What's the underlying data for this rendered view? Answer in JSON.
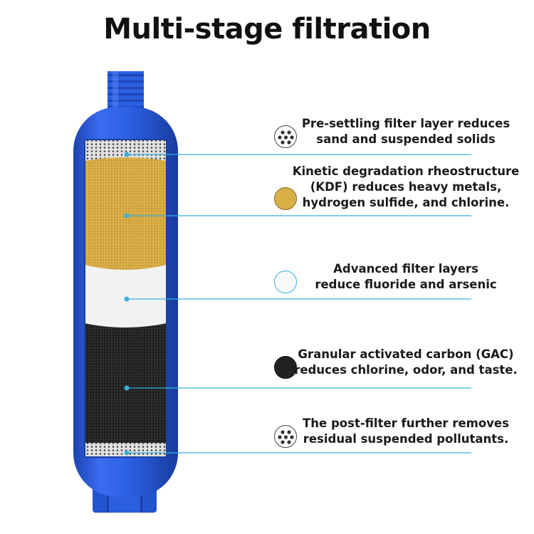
{
  "title": "Multi-stage filtration",
  "colors": {
    "housing": "#2b5fe0",
    "housing_dark": "#1e45b8",
    "callout_line": "#35b3df",
    "kdf": "#d9b048",
    "white_layer": "#f3f3f3",
    "carbon": "#222222",
    "screen": "#c9c9c9"
  },
  "layers": [
    {
      "id": "pre-settling",
      "icon": "dotted-mesh-icon",
      "lines": [
        "Pre-settling filter layer reduces",
        "sand and suspended solids"
      ]
    },
    {
      "id": "kdf",
      "icon": "gold-granules-icon",
      "lines": [
        "Kinetic degradation rheostructure",
        "(KDF) reduces heavy metals,",
        "hydrogen sulfide, and chlorine."
      ]
    },
    {
      "id": "advanced",
      "icon": "white-layer-icon",
      "lines": [
        "Advanced filter layers",
        "reduce fluoride and arsenic"
      ]
    },
    {
      "id": "gac",
      "icon": "black-carbon-icon",
      "lines": [
        "Granular activated carbon (GAC)",
        "reduces chlorine, odor, and taste."
      ]
    },
    {
      "id": "post-filter",
      "icon": "dotted-mesh-icon",
      "lines": [
        "The post-filter further removes",
        "residual suspended pollutants."
      ]
    }
  ]
}
